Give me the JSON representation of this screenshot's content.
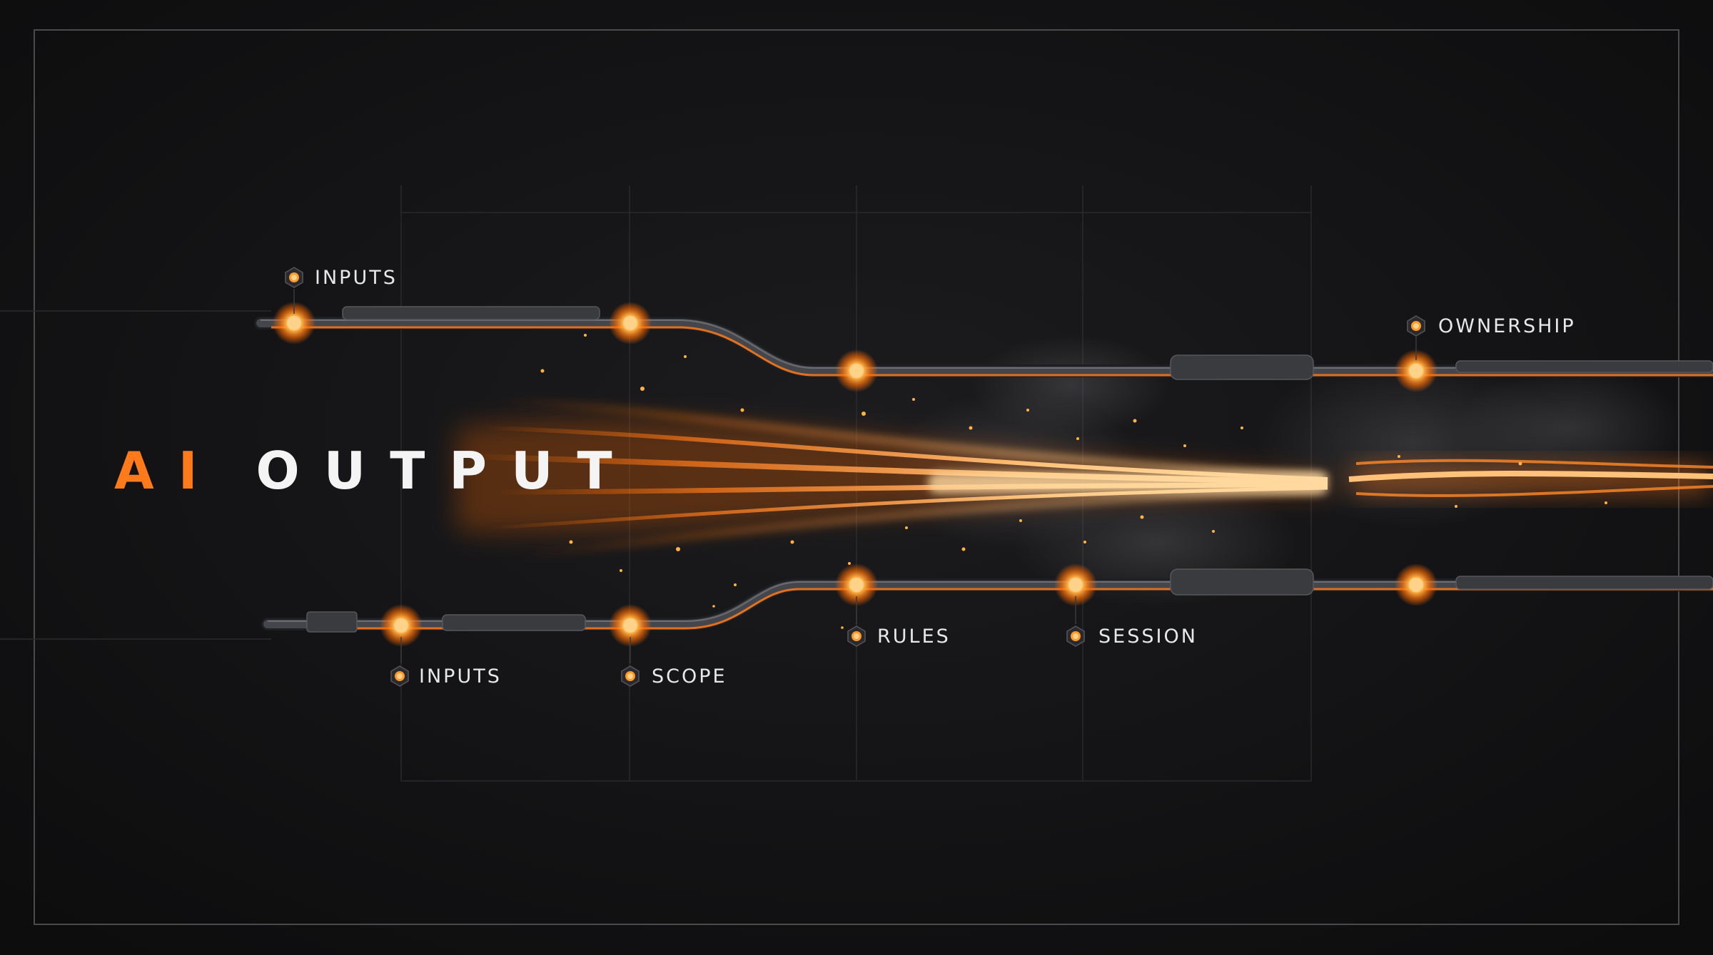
{
  "title": {
    "accent": "AI",
    "main": "OUTPUT"
  },
  "labels": {
    "inputs_top": "INPUTS",
    "ownership": "OWNERSHIP",
    "inputs_bottom": "INPUTS",
    "scope": "SCOPE",
    "rules": "RULES",
    "session": "SESSION"
  },
  "icons": {
    "node": "glowing-hex-node-icon"
  },
  "colors": {
    "background": "#131314",
    "accent": "#ff7a1a",
    "glow": "#ffb347",
    "pipe": "#3a3b3f",
    "text": "#e6e8ec"
  }
}
